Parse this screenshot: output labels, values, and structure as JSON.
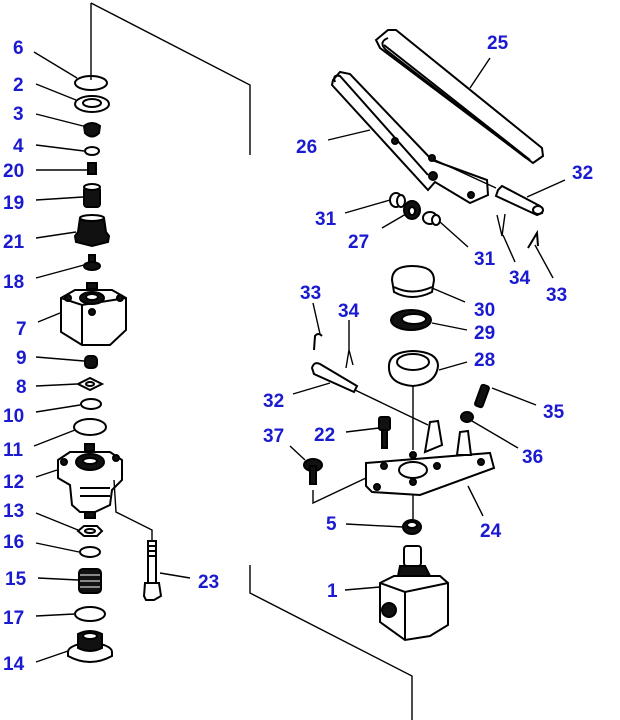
{
  "diagram": {
    "type": "exploded-parts-view",
    "label_color": "#1a1ad0",
    "line_color": "#000000",
    "background": "#ffffff",
    "callouts": [
      {
        "id": "6",
        "part": "o-ring-top"
      },
      {
        "id": "2",
        "part": "seal-ring"
      },
      {
        "id": "3",
        "part": "bushing"
      },
      {
        "id": "4",
        "part": "snap-ring"
      },
      {
        "id": "20",
        "part": "pin"
      },
      {
        "id": "19",
        "part": "spring-small"
      },
      {
        "id": "21",
        "part": "spring-large"
      },
      {
        "id": "18",
        "part": "plunger"
      },
      {
        "id": "7",
        "part": "upper-body"
      },
      {
        "id": "9",
        "part": "spring-seat"
      },
      {
        "id": "8",
        "part": "washer"
      },
      {
        "id": "10",
        "part": "snap-ring-lower"
      },
      {
        "id": "11",
        "part": "o-ring-mid"
      },
      {
        "id": "12",
        "part": "lower-body"
      },
      {
        "id": "13",
        "part": "lock-washer"
      },
      {
        "id": "16",
        "part": "retaining-ring"
      },
      {
        "id": "15",
        "part": "spring-lower"
      },
      {
        "id": "17",
        "part": "o-ring-lower"
      },
      {
        "id": "14",
        "part": "cap-base"
      },
      {
        "id": "23",
        "part": "through-bolt"
      },
      {
        "id": "25",
        "part": "pedal-pad"
      },
      {
        "id": "26",
        "part": "pedal-arm"
      },
      {
        "id": "32",
        "part": "pin-right"
      },
      {
        "id": "31",
        "part": "roller-left"
      },
      {
        "id": "27",
        "part": "roller-center"
      },
      {
        "id": "31",
        "part": "roller-right"
      },
      {
        "id": "34",
        "part": "cotter-pin-right"
      },
      {
        "id": "33",
        "part": "clip-right"
      },
      {
        "id": "30",
        "part": "cap"
      },
      {
        "id": "29",
        "part": "seal"
      },
      {
        "id": "28",
        "part": "boot"
      },
      {
        "id": "33",
        "part": "clip-left"
      },
      {
        "id": "34",
        "part": "cotter-pin-left"
      },
      {
        "id": "32",
        "part": "pin-left"
      },
      {
        "id": "35",
        "part": "bolt-right"
      },
      {
        "id": "36",
        "part": "nut-right"
      },
      {
        "id": "22",
        "part": "bolt-center"
      },
      {
        "id": "37",
        "part": "bolt-left"
      },
      {
        "id": "24",
        "part": "mount-plate"
      },
      {
        "id": "5",
        "part": "nut-bottom"
      },
      {
        "id": "1",
        "part": "valve-body"
      }
    ]
  }
}
